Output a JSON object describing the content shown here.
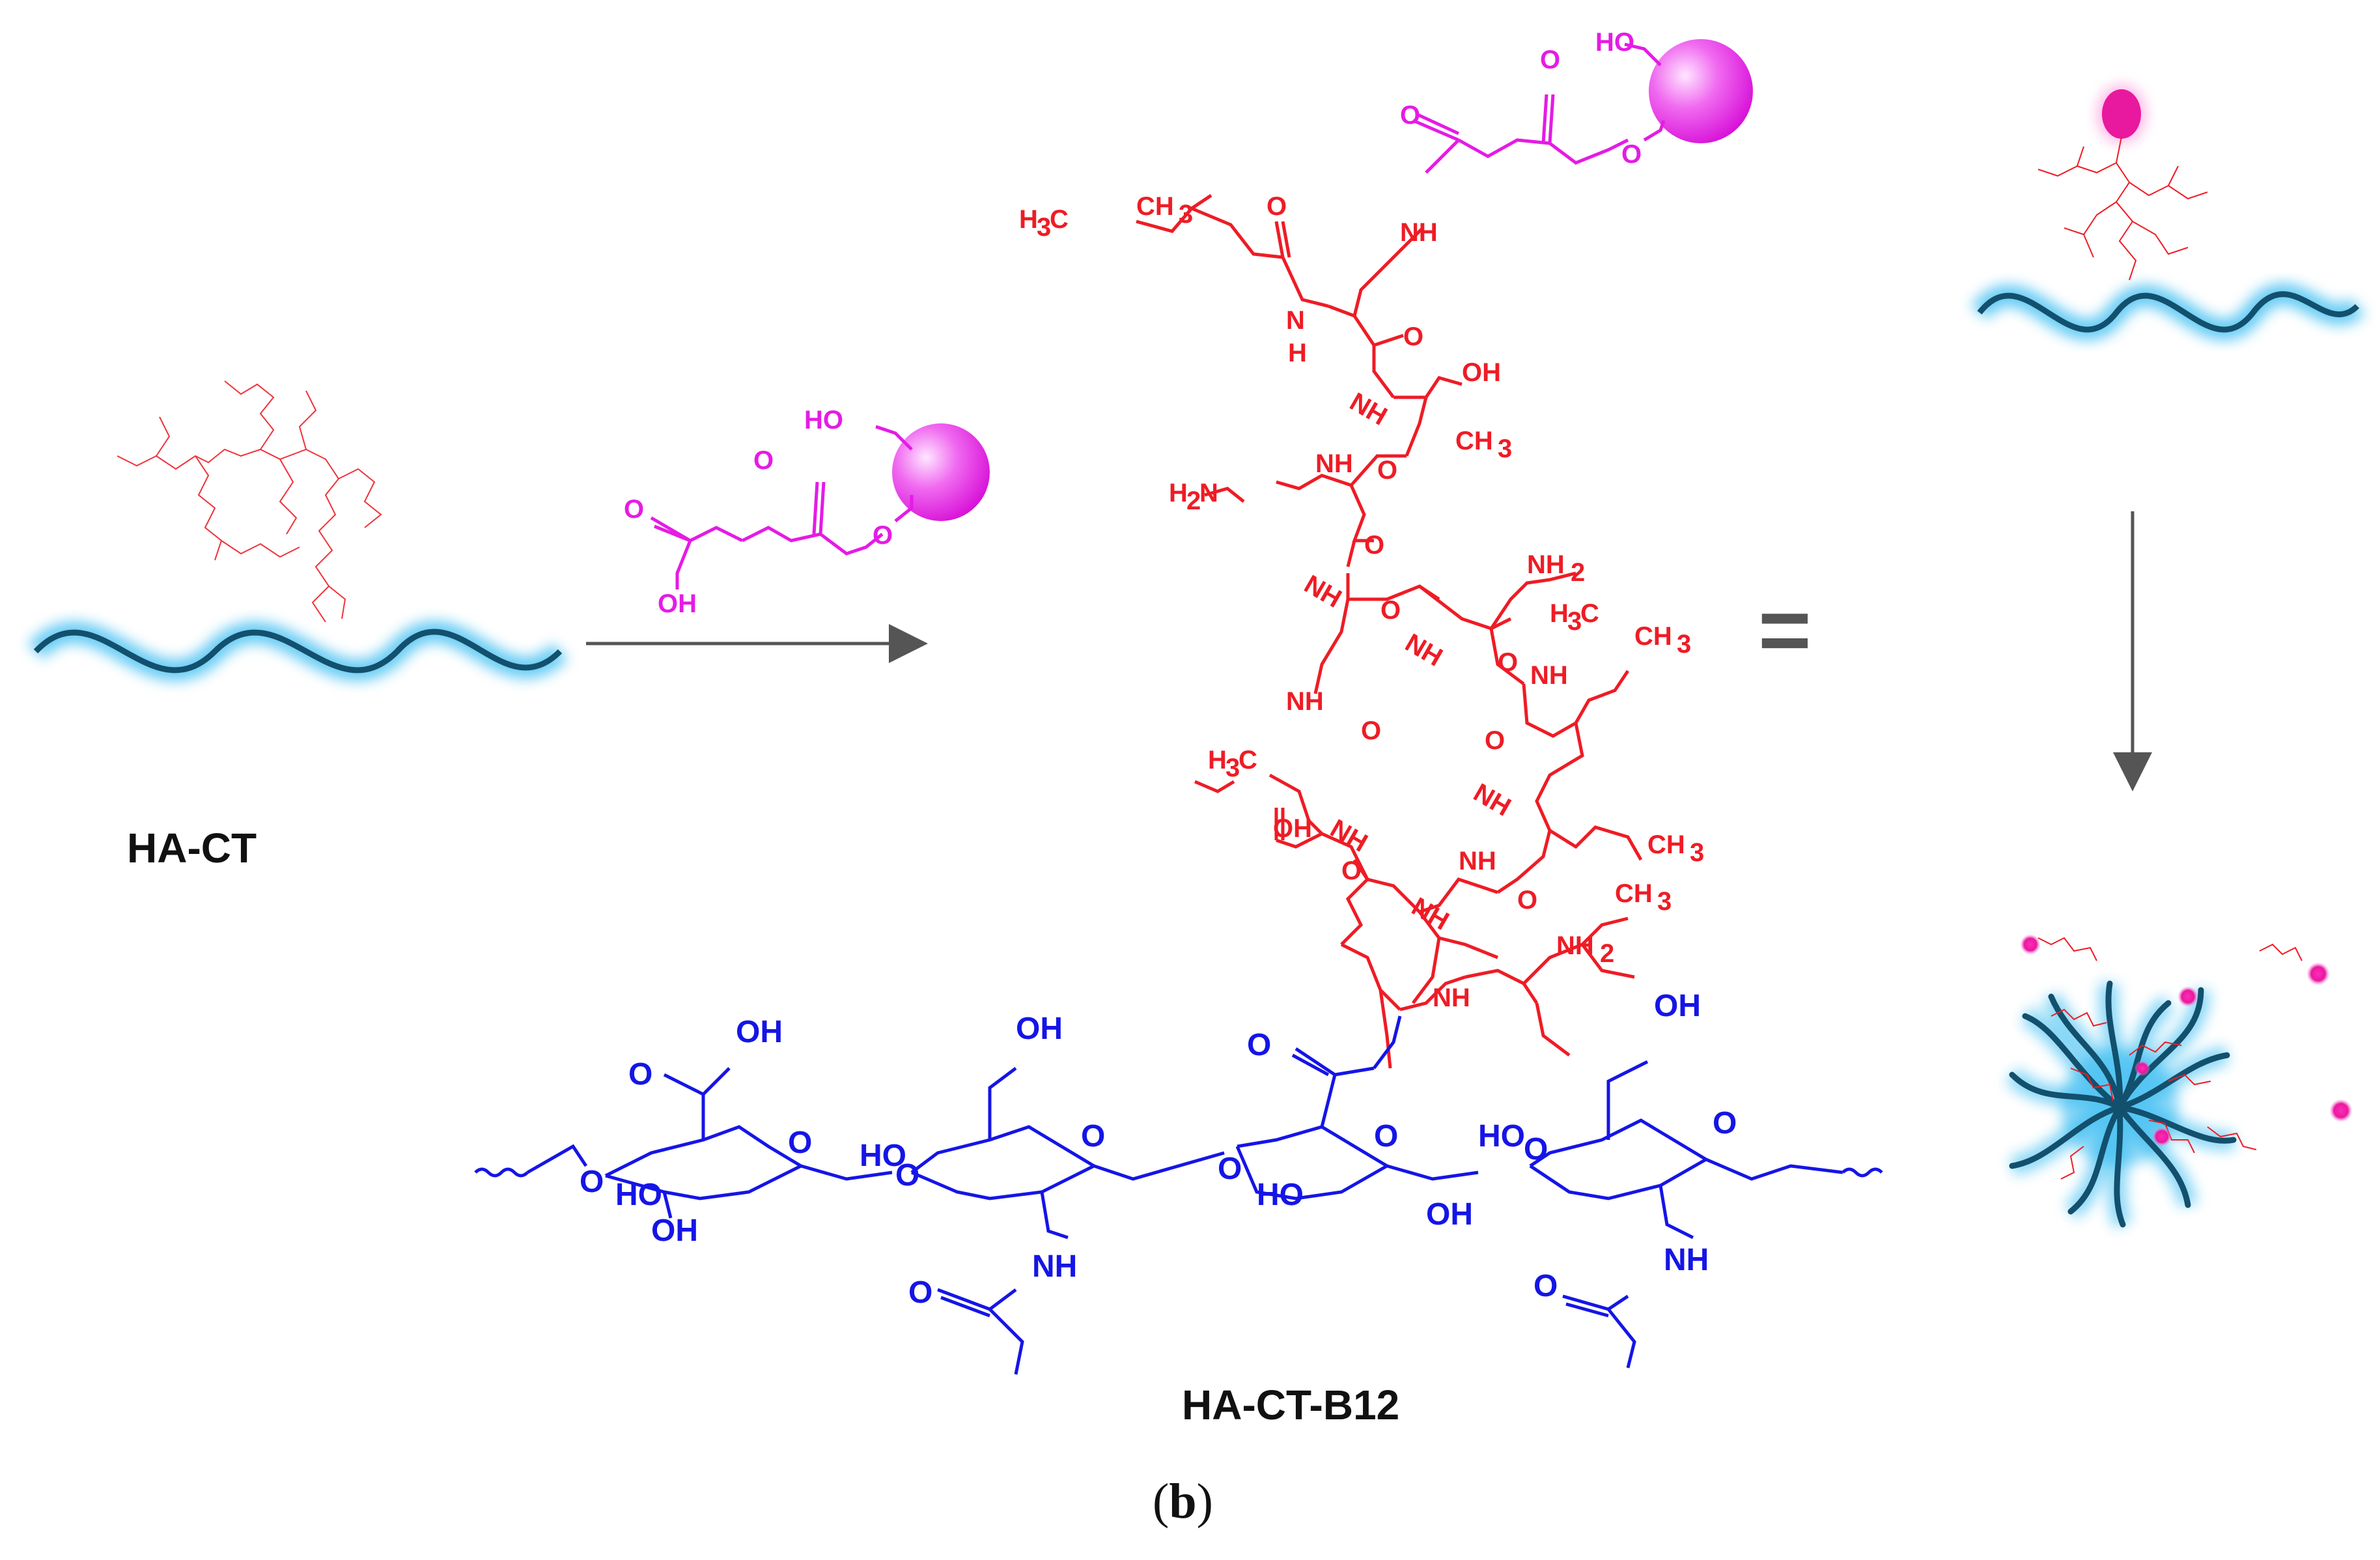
{
  "figure": {
    "panel_label_open": "(",
    "panel_label_letter": "b",
    "panel_label_close": ")",
    "left_structure_label": "HA-CT",
    "product_label": "HA-CT-B12",
    "equals_sign": "="
  },
  "reagent_labels": {
    "hydroxyl": "HO",
    "carbonyl_o": "O",
    "ester_o": "O",
    "acid_oh": "OH"
  },
  "colistin_labels": {
    "h3c_a": "H",
    "ch3_a": "CH",
    "nh": "NH",
    "nh2": "NH",
    "oh": "OH",
    "o": "O",
    "h": "H",
    "n": "N",
    "h2n": "H",
    "h3c": "H",
    "sub2": "2",
    "sub3": "3"
  },
  "ha_labels": {
    "oh": "OH",
    "ho": "HO",
    "o": "O",
    "nh": "NH"
  },
  "colors": {
    "peptide": "#ee1c25",
    "linker": "#e51be5",
    "hyaluronan": "#1515e6",
    "polymer_glow": "#2bb7f0",
    "polymer_core": "#12506e",
    "arrow": "#555555"
  }
}
